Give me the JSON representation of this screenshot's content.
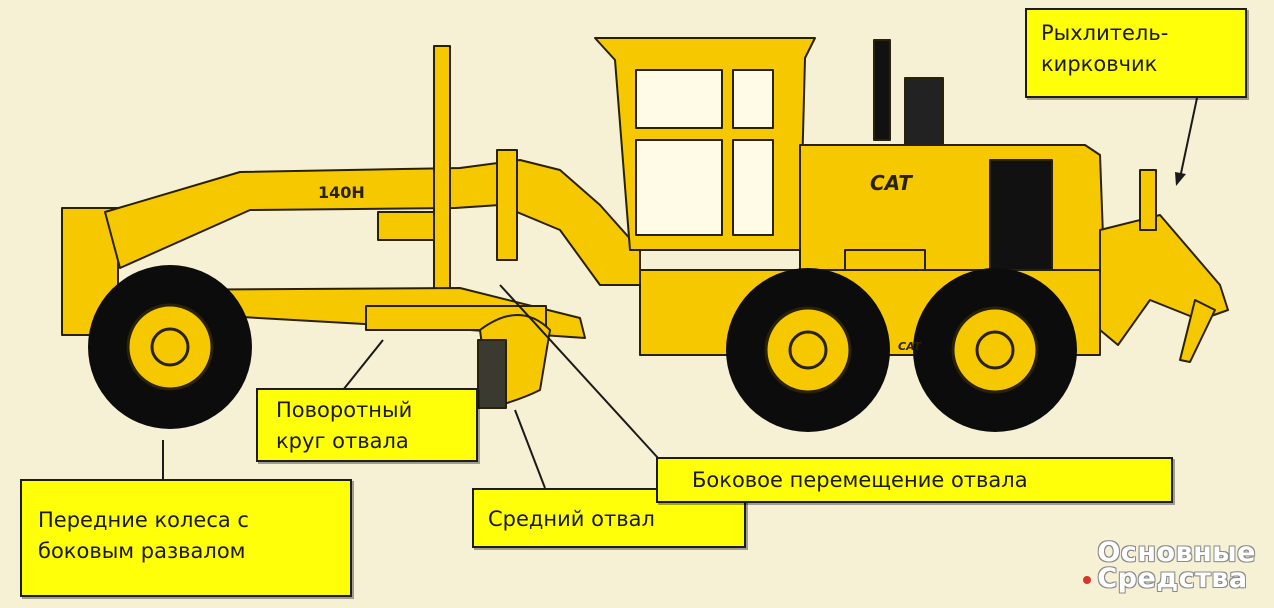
{
  "colors": {
    "background": "#f6f1d4",
    "machine": "#f5c800",
    "outline": "#2a2208",
    "callout": "#ffff0a"
  },
  "machine": {
    "model_label": "140H",
    "brand_label": "CAT",
    "rear_brand_label": "CAT"
  },
  "callouts": {
    "ripper": {
      "line1": "Рыхлитель-",
      "line2": "кирковчик"
    },
    "circle": {
      "line1": "Поворотный",
      "line2": "круг отвала"
    },
    "front_wheels": {
      "line1": "Передние колеса с",
      "line2": "боковым развалом"
    },
    "middle_blade": {
      "line1": "Средний отвал"
    },
    "side_shift": {
      "line1": "Боковое перемещение отвала"
    }
  },
  "watermark": {
    "line1": "Основные",
    "line2": "Средства"
  }
}
